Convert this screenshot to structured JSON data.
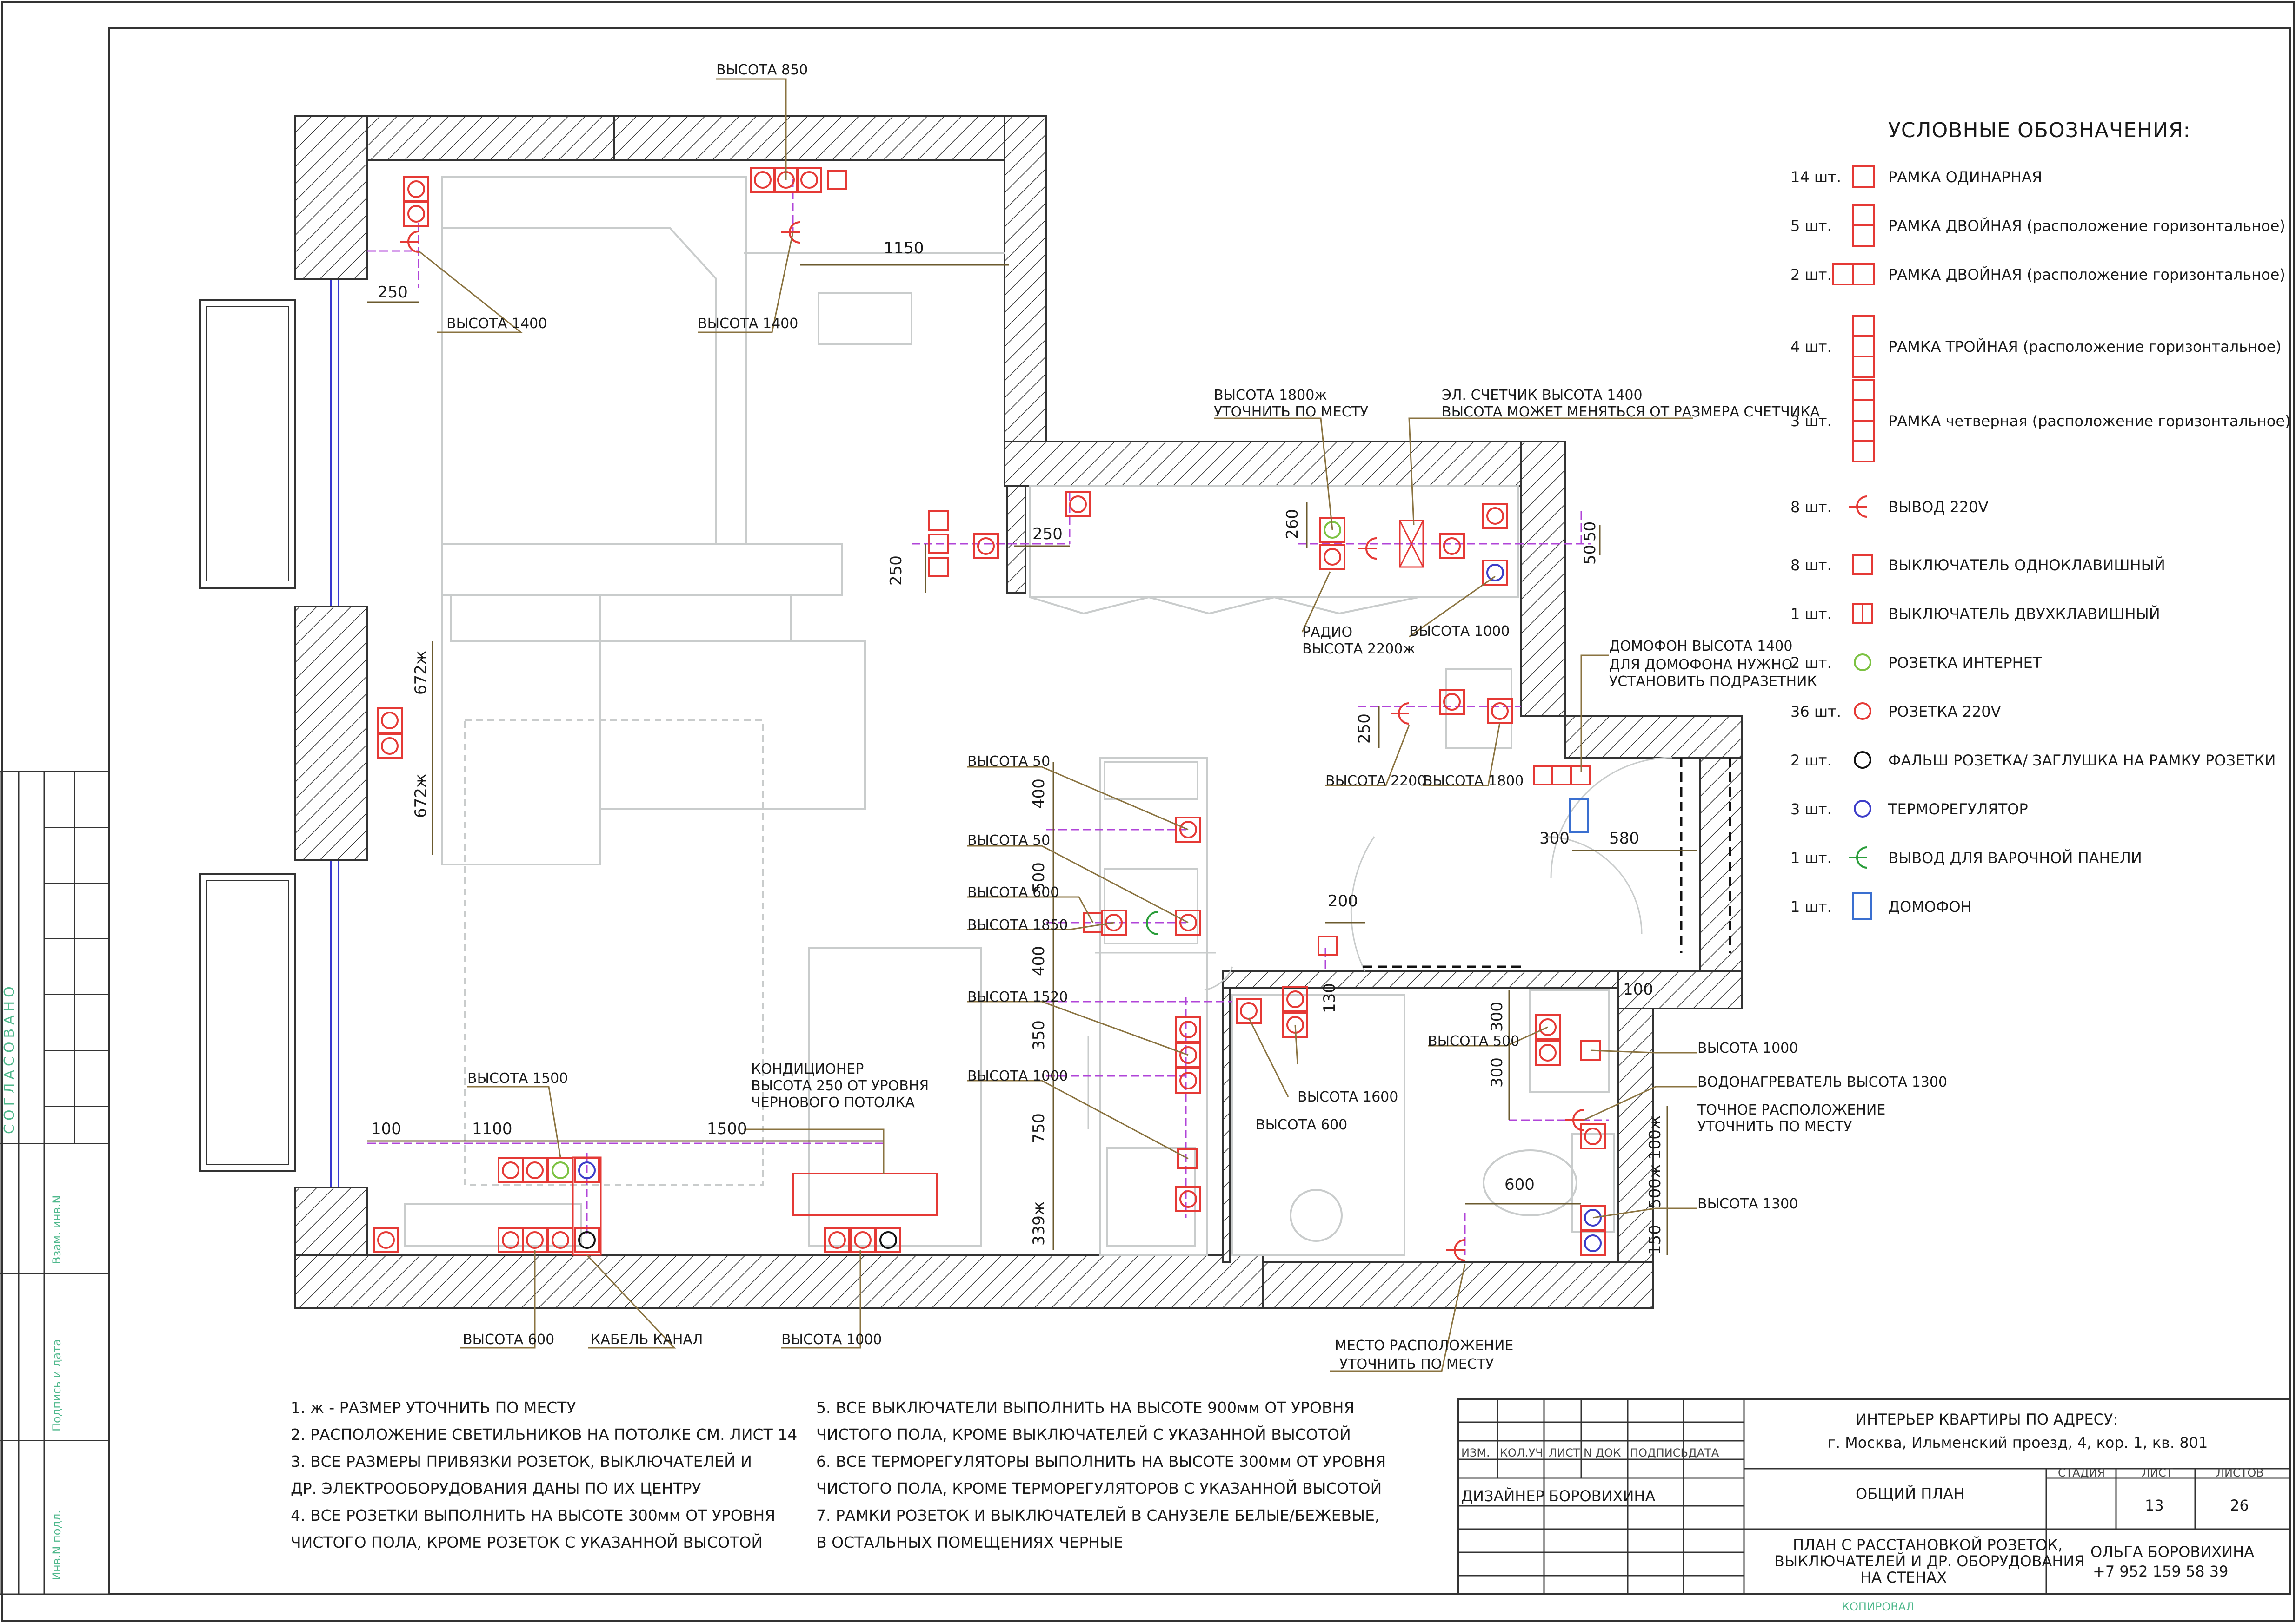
{
  "legend": {
    "title": "УСЛОВНЫЕ ОБОЗНАЧЕНИЯ:",
    "items": [
      {
        "count": "14 шт.",
        "label": "РАМКА ОДИНАРНАЯ",
        "icon": "frame-single"
      },
      {
        "count": "5 шт.",
        "label": "РАМКА ДВОЙНАЯ (расположение горизонтальное)",
        "icon": "frame-double-v"
      },
      {
        "count": "2 шт.",
        "label": "РАМКА ДВОЙНАЯ (расположение горизонтальное)",
        "icon": "frame-double-h"
      },
      {
        "count": "4 шт.",
        "label": "РАМКА ТРОЙНАЯ (расположение горизонтальное)",
        "icon": "frame-triple"
      },
      {
        "count": "3 шт.",
        "label": "РАМКА четверная (расположение горизонтальное)",
        "icon": "frame-quad"
      },
      {
        "count": "8 шт.",
        "label": "ВЫВОД 220V",
        "icon": "outlet-220v"
      },
      {
        "count": "8 шт.",
        "label": "ВЫКЛЮЧАТЕЛЬ ОДНОКЛАВИШНЫЙ",
        "icon": "switch-single"
      },
      {
        "count": "1 шт.",
        "label": "ВЫКЛЮЧАТЕЛЬ ДВУХКЛАВИШНЫЙ",
        "icon": "switch-double"
      },
      {
        "count": "2 шт.",
        "label": "РОЗЕТКА ИНТЕРНЕТ",
        "icon": "socket-internet"
      },
      {
        "count": "36 шт.",
        "label": "РОЗЕТКА 220V",
        "icon": "socket-220v"
      },
      {
        "count": "2 шт.",
        "label": "ФАЛЬШ РОЗЕТКА/ ЗАГЛУШКА НА РАМКУ РОЗЕТКИ",
        "icon": "socket-dummy"
      },
      {
        "count": "3 шт.",
        "label": "ТЕРМОРЕГУЛЯТОР",
        "icon": "thermostat"
      },
      {
        "count": "1 шт.",
        "label": "ВЫВОД ДЛЯ ВАРОЧНОЙ ПАНЕЛИ",
        "icon": "hob-outlet"
      },
      {
        "count": "1 шт.",
        "label": "ДОМОФОН",
        "icon": "intercom"
      }
    ]
  },
  "labels": {
    "h850": "ВЫСОТА 850",
    "h1400a": "ВЫСОТА 1400",
    "h1400b": "ВЫСОТА 1400",
    "h1800a": "ВЫСОТА 1800ж",
    "h1800b": "УТОЧНИТЬ ПО МЕСТУ",
    "meter1": "ЭЛ. СЧЕТЧИК    ВЫСОТА 1400",
    "meter2": "ВЫСОТА МОЖЕТ МЕНЯТЬСЯ ОТ РАЗМЕРА СЧЕТЧИКА",
    "radio1": "РАДИО",
    "radio2": "ВЫСОТА 2200ж",
    "h1000a": "ВЫСОТА 1000",
    "intercom1": "ДОМОФОН    ВЫСОТА 1400",
    "intercom2": "ДЛЯ ДОМОФОНА НУЖНО",
    "intercom3": "УСТАНОВИТЬ ПОДРАЗЕТНИК",
    "h2200": "ВЫСОТА 2200",
    "h1800c": "ВЫСОТА 1800",
    "h50a": "ВЫСОТА 50",
    "h50b": "ВЫСОТА 50",
    "h600a": "ВЫСОТА 600",
    "h1850": "ВЫСОТА 1850",
    "h1520": "ВЫСОТА 1520",
    "h1000b": "ВЫСОТА 1000",
    "h1600": "ВЫСОТА 1600",
    "h600b": "ВЫСОТА 600",
    "h500": "ВЫСОТА 500",
    "h1000c": "ВЫСОТА 1000",
    "boiler": "ВОДОНАГРЕВАТЕЛЬ ВЫСОТА 1300",
    "boiler2": "ТОЧНОЕ РАСПОЛОЖЕНИЕ",
    "boiler3": "УТОЧНИТЬ ПО МЕСТУ",
    "h1300": "ВЫСОТА 1300",
    "h1500": "ВЫСОТА 1500",
    "ac1": "КОНДИЦИОНЕР",
    "ac2": "ВЫСОТА 250 ОТ УРОВНЯ",
    "ac3": "ЧЕРНОВОГО ПОТОЛКА",
    "h600c": "ВЫСОТА 600",
    "cable": "КАБЕЛЬ КАНАЛ",
    "h1000d": "ВЫСОТА 1000",
    "place1": "МЕСТО РАСПОЛОЖЕНИЕ",
    "place2": "УТОЧНИТЬ ПО МЕСТУ"
  },
  "dims": {
    "d250a": "250",
    "d1150": "1150",
    "d250b": "250",
    "d250c": "250",
    "d260": "260",
    "d50a": "50",
    "d50b": "50",
    "d672a": "672ж",
    "d672b": "672ж",
    "d250d": "250",
    "d300a": "300",
    "d580": "580",
    "d400a": "400",
    "d500a": "500",
    "d400b": "400",
    "d200": "200",
    "d350": "350",
    "d750": "750",
    "d339": "339ж",
    "d130": "130",
    "d100a": "100",
    "d300b": "300",
    "d300c": "300",
    "d600": "600",
    "d100b": "100ж",
    "d500b": "500ж",
    "d150": "150",
    "d100c": "100",
    "d1100": "1100",
    "d1500": "1500"
  },
  "notes": {
    "left": [
      "1. ж - РАЗМЕР УТОЧНИТЬ ПО МЕСТУ",
      "2. РАСПОЛОЖЕНИЕ СВЕТИЛЬНИКОВ НА ПОТОЛКЕ СМ. ЛИСТ 14",
      "3. ВСЕ РАЗМЕРЫ ПРИВЯЗКИ РОЗЕТОК, ВЫКЛЮЧАТЕЛЕЙ И",
      "    ДР. ЭЛЕКТРООБОРУДОВАНИЯ ДАНЫ ПО ИХ ЦЕНТРУ",
      "4. ВСЕ РОЗЕТКИ ВЫПОЛНИТЬ НА ВЫСОТЕ 300мм ОТ УРОВНЯ",
      "    ЧИСТОГО ПОЛА, КРОМЕ РОЗЕТОК С УКАЗАННОЙ ВЫСОТОЙ"
    ],
    "right": [
      "5. ВСЕ ВЫКЛЮЧАТЕЛИ ВЫПОЛНИТЬ НА ВЫСОТЕ 900мм ОТ УРОВНЯ",
      "    ЧИСТОГО ПОЛА, КРОМЕ ВЫКЛЮЧАТЕЛЕЙ С УКАЗАННОЙ ВЫСОТОЙ",
      "6. ВСЕ ТЕРМОРЕГУЛЯТОРЫ ВЫПОЛНИТЬ НА ВЫСОТЕ 300мм ОТ УРОВНЯ",
      "    ЧИСТОГО ПОЛА, КРОМЕ ТЕРМОРЕГУЛЯТОРОВ С УКАЗАННОЙ ВЫСОТОЙ",
      "7. РАМКИ РОЗЕТОК И ВЫКЛЮЧАТЕЛЕЙ В САНУЗЕЛЕ БЕЛЫЕ/БЕЖЕВЫЕ,",
      "    В ОСТАЛЬНЫХ ПОМЕЩЕНИЯХ ЧЕРНЫЕ"
    ]
  },
  "title_block": {
    "project1": "ИНТЕРЬЕР КВАРТИРЫ ПО АДРЕСУ:",
    "project2": "г. Москва, Ильменский проезд, 4, кор. 1, кв. 801",
    "cols": [
      "ИЗМ.",
      "КОЛ.УЧ",
      "ЛИСТ",
      "N ДОК",
      "ПОДПИСЬ",
      "ДАТА"
    ],
    "role": "ДИЗАЙНЕР",
    "person": "БОРОВИХИНА",
    "section": "ОБЩИЙ ПЛАН",
    "stage_h": "СТАДИЯ",
    "sheet_h": "ЛИСТ",
    "sheets_h": "ЛИСТОВ",
    "sheet_no": "13",
    "sheets_no": "26",
    "sheet_title1": "ПЛАН С РАССТАНОВКОЙ РОЗЕТОК,",
    "sheet_title2": "ВЫКЛЮЧАТЕЛЕЙ И ДР. ОБОРУДОВАНИЯ",
    "sheet_title3": "НА СТЕНАХ",
    "author": "ОЛЬГА БОРОВИХИНА",
    "phone": "+7 952 159 58 39",
    "copy": "КОПИРОВАЛ"
  },
  "side": {
    "agreed": "СОГЛАСОВАНО",
    "f1": "Взам. инв.N",
    "f2": "Подпись и дата",
    "f3": "Инв.N подл."
  },
  "colors": {
    "outlet": "#e53935",
    "internet": "#7cc242",
    "thermostat": "#3d3dc8",
    "intercom": "#3a6fd0",
    "wire": "#b044d8",
    "leader": "#8a7340",
    "furniture": "#c9cccc",
    "window": "#3a3ad0"
  }
}
